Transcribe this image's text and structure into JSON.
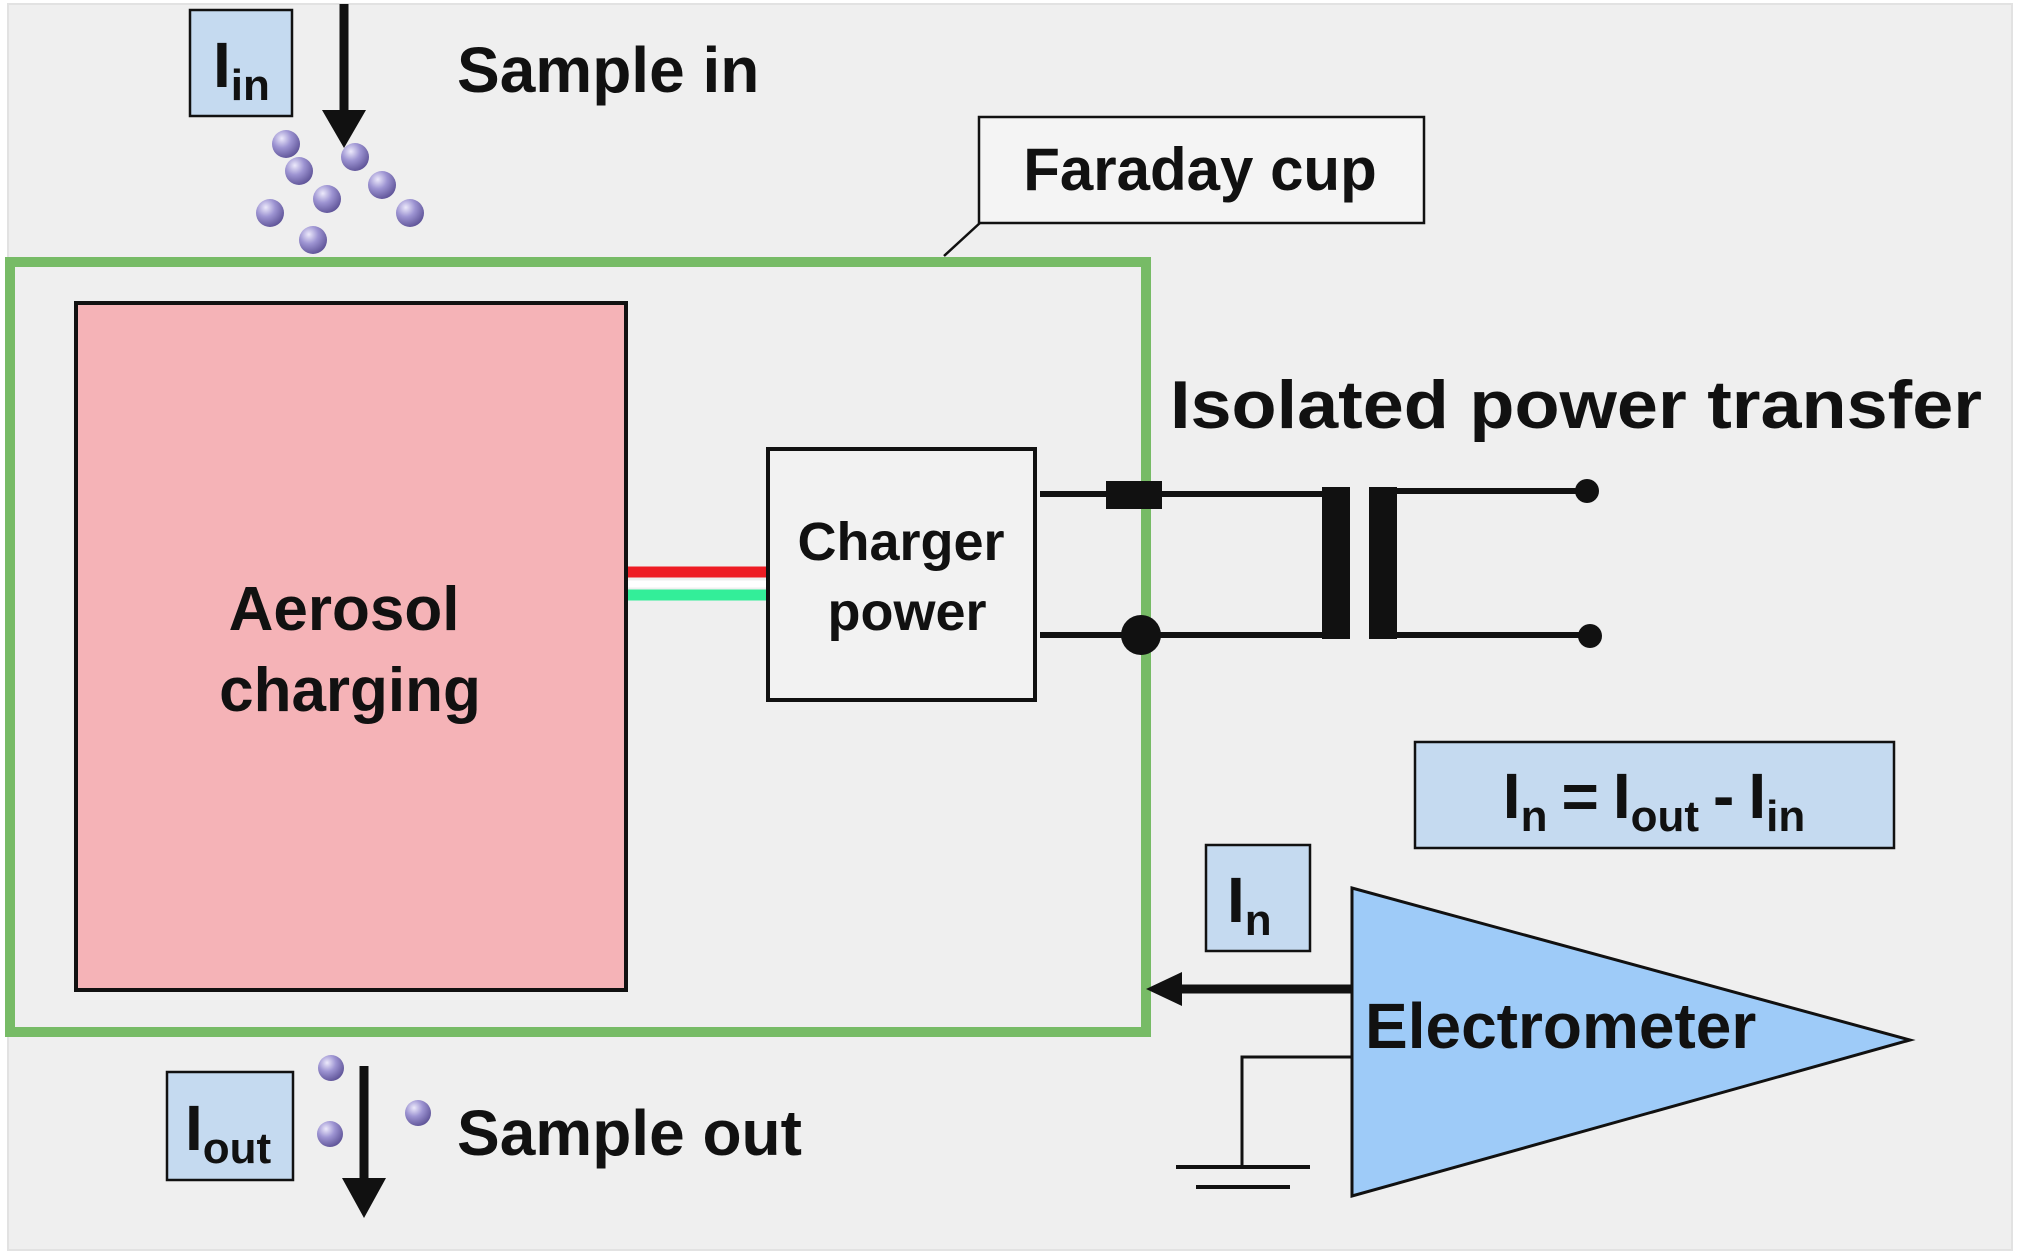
{
  "labels": {
    "sample_in": "Sample in",
    "sample_out": "Sample out",
    "faraday_cup": "Faraday cup",
    "aerosol_charging_line1": "Aerosol",
    "aerosol_charging_line2": "charging",
    "charger_power_line1": "Charger",
    "charger_power_line2": "power",
    "isolated_power_transfer": "Isolated power transfer",
    "electrometer": "Electrometer"
  },
  "currents": {
    "symbol": "I",
    "in_sub": "in",
    "out_sub": "out",
    "n_sub": "n",
    "equation_equals": "=",
    "equation_minus": "-"
  },
  "colors": {
    "background": "#efefef",
    "faraday_cup_border": "#77bb66",
    "aerosol_charging_fill": "#f5b3b7",
    "current_label_fill": "#c5daf0",
    "electrometer_fill": "#9ecbf8",
    "particle": "#8a80c2",
    "wire_red": "#ee1c24",
    "wire_green": "#33ee99"
  }
}
